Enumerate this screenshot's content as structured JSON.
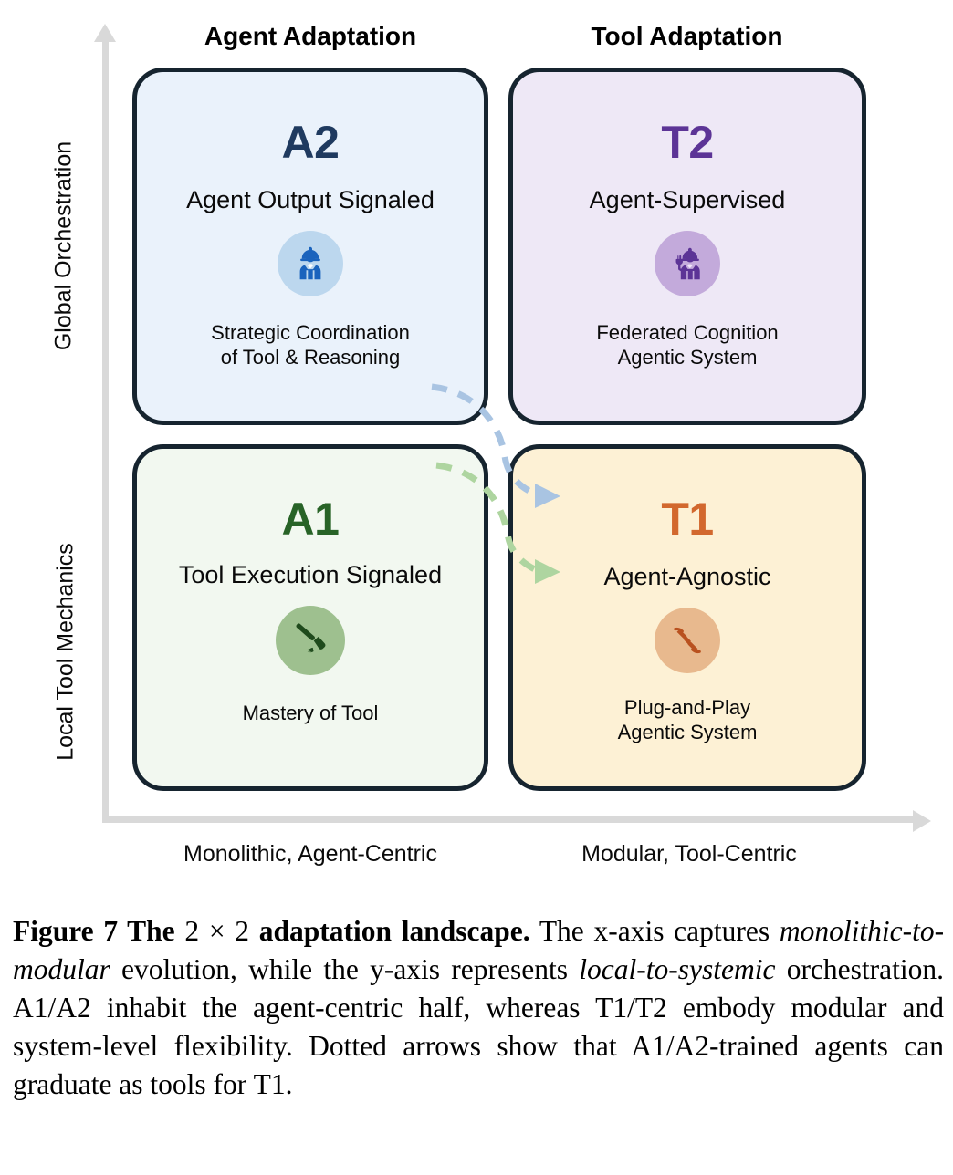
{
  "figure": {
    "axes": {
      "y_top_label": "Global Orchestration",
      "y_bottom_label": "Local Tool Mechanics",
      "x_left_label": "Monolithic, Agent-Centric",
      "x_right_label": "Modular, Tool-Centric",
      "axis_color": "#d9d9d9"
    },
    "columns": [
      {
        "label": "Agent Adaptation"
      },
      {
        "label": "Tool Adaptation"
      }
    ],
    "quadrants": [
      {
        "code": "A2",
        "title": "Agent Output Signaled",
        "subtitle_line1": "Strategic Coordination",
        "subtitle_line2": "of Tool & Reasoning",
        "icon": "engineer-hardhat-icon",
        "code_color": "#1f3a5f",
        "fill_color": "#eaf2fb",
        "icon_circle_color": "#bcd7ee",
        "border_color": "#16242f"
      },
      {
        "code": "T2",
        "title": "Agent-Supervised",
        "subtitle_line1": "Federated Cognition",
        "subtitle_line2": "Agentic System",
        "icon": "engineer-with-plug-icon",
        "code_color": "#5c3496",
        "fill_color": "#eee8f6",
        "icon_circle_color": "#c3aadb",
        "border_color": "#16242f"
      },
      {
        "code": "A1",
        "title": "Tool Execution Signaled",
        "subtitle_line1": "Mastery of Tool",
        "subtitle_line2": "",
        "icon": "hammer-icon",
        "code_color": "#286327",
        "fill_color": "#f2f8f0",
        "icon_circle_color": "#9ec08f",
        "border_color": "#16242f"
      },
      {
        "code": "T1",
        "title": "Agent-Agnostic",
        "subtitle_line1": "Plug-and-Play",
        "subtitle_line2": "Agentic System",
        "icon": "plug-connector-icon",
        "code_color": "#d2682e",
        "fill_color": "#fdf1d5",
        "icon_circle_color": "#e8b98e",
        "border_color": "#16242f"
      }
    ],
    "arrows": [
      {
        "name": "arrow-a2-to-t1",
        "from": "A2",
        "to": "T1",
        "style": "dashed",
        "color": "#a9c4e2"
      },
      {
        "name": "arrow-a1-to-t1",
        "from": "A1",
        "to": "T1",
        "style": "dashed",
        "color": "#aed5a0"
      }
    ]
  },
  "caption": {
    "figure_number": "Figure 7",
    "bold_lead_1": "The",
    "formula": "2 × 2",
    "bold_lead_2": "adaptation landscape.",
    "body_1": "The x-axis captures",
    "italic_1": "monolithic-to-modular",
    "body_2": "evolution, while the y-axis represents",
    "italic_2": "local-to-systemic",
    "body_3": "orchestration.  A1/A2 inhabit the agent-centric half, whereas T1/T2 embody modular and system-level flexibility.  Dotted arrows show that A1/A2-trained agents can graduate as tools for T1."
  }
}
